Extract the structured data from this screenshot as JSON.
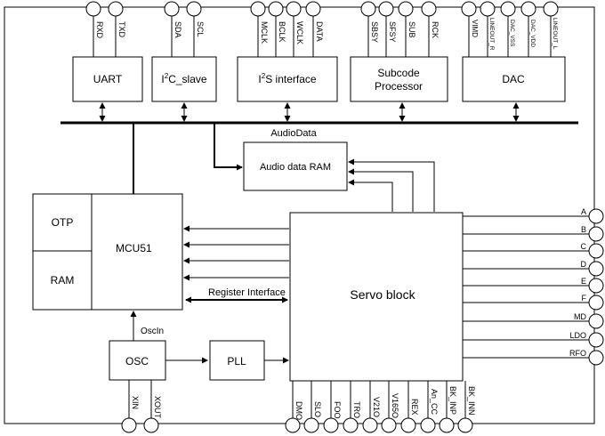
{
  "blocks": {
    "uart": "UART",
    "i2c_slave": {
      "pre": "I",
      "sup": "2",
      "post": "C_slave"
    },
    "i2s": {
      "pre": "I",
      "sup": "2",
      "post": "S interface"
    },
    "subcode_1": "Subcode",
    "subcode_2": "Processor",
    "dac": "DAC",
    "audio_ram": "Audio data RAM",
    "otp": "OTP",
    "ram": "RAM",
    "mcu": "MCU51",
    "servo": "Servo block",
    "osc": "OSC",
    "pll": "PLL"
  },
  "bus_labels": {
    "audio_data": "AudioData",
    "register_interface": "Register Interface",
    "osc_in": "OscIn"
  },
  "top_pins": [
    "RXD",
    "TXD",
    "SDA",
    "SCL",
    "MCLK",
    "BCLK",
    "WCLK",
    "DATA",
    "SBSY",
    "SFSY",
    "SUB",
    "RCK",
    "VIMD",
    "LINEOUT_R",
    "DAC_VSS",
    "DAC_VDD",
    "LINEOUT_L"
  ],
  "right_pins": [
    "A",
    "B",
    "C",
    "D",
    "E",
    "F",
    "MD",
    "LDO",
    "RFO"
  ],
  "bottom_left_pins": [
    "XIN",
    "XOUT"
  ],
  "bottom_servo_pins": [
    "DMO",
    "SLO",
    "FOO",
    "TRO",
    "V21O",
    "V165O",
    "REX",
    "An_CC",
    "BK_INP",
    "BK_INN"
  ]
}
